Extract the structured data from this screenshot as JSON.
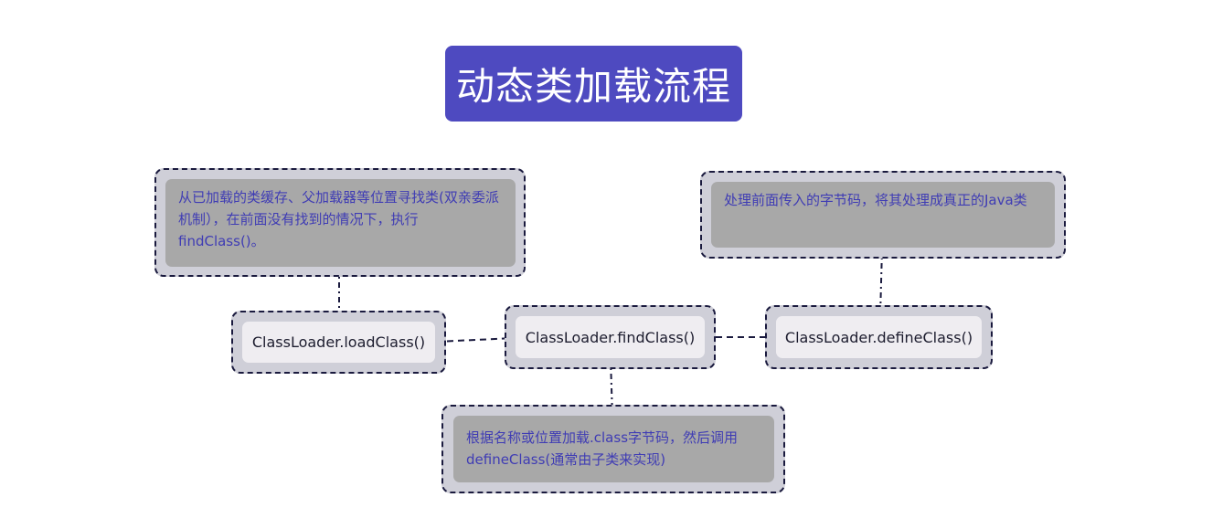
{
  "title": "动态类加载流程",
  "nodes": {
    "load_class": "ClassLoader.loadClass()",
    "find_class": "ClassLoader.findClass()",
    "define_class": "ClassLoader.defineClass()"
  },
  "notes": {
    "load_class_note": "从已加载的类缓存、父加载器等位置寻找类(双亲委派机制），在前面没有找到的情况下，执行findClass()。",
    "find_class_note": "根据名称或位置加载.class字节码，然后调用defineClass(通常由子类来实现)",
    "define_class_note": "处理前面传入的字节码，将其处理成真正的Java类"
  }
}
